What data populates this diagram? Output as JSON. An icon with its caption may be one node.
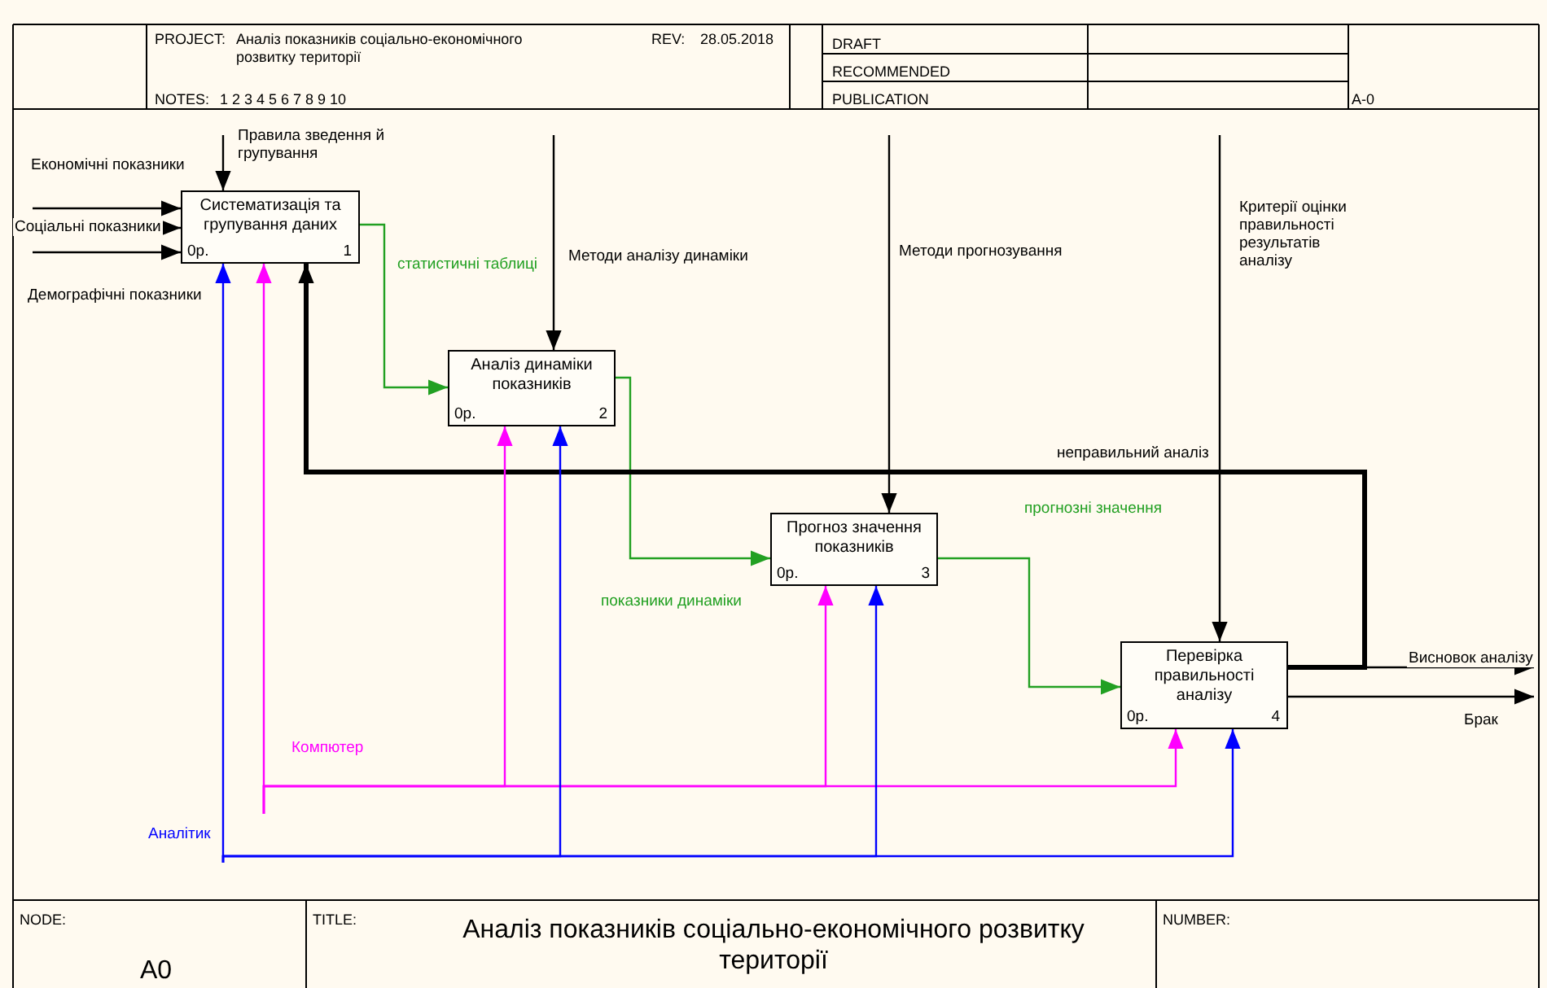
{
  "diagram": {
    "title": "Аналіз показників соціально-економічного розвитку території",
    "nodes": [
      {
        "text": [
          "Систематизація та групування даних",
          "0р.",
          "1"
        ]
      },
      {
        "text": [
          "Аналіз динаміки показників",
          "0р.",
          "2"
        ]
      },
      {
        "text": [
          "Прогноз значення показників",
          "0р.",
          "3"
        ]
      },
      {
        "text": [
          "Перевірка правильності аналізу",
          "0р.",
          "4"
        ]
      }
    ],
    "edges": [
      {
        "from": null,
        "to": 0,
        "arrow": "to",
        "label": "Економічні показники"
      },
      {
        "from": null,
        "to": 0,
        "arrow": "to",
        "label": "Соціальні показники"
      },
      {
        "from": null,
        "to": 0,
        "arrow": "to",
        "label": "Демографічні показники"
      },
      {
        "from": null,
        "to": 0,
        "arrow": "to",
        "label": "Правила зведення й групування"
      },
      {
        "from": 0,
        "to": 1,
        "arrow": "to",
        "label": "статистичні таблиці",
        "color": "#22a022"
      },
      {
        "from": null,
        "to": 1,
        "arrow": "to",
        "label": "Методи аналізу динаміки"
      },
      {
        "from": 1,
        "to": 2,
        "arrow": "to",
        "label": "показники динаміки",
        "color": "#22a022"
      },
      {
        "from": null,
        "to": 2,
        "arrow": "to",
        "label": "Методи прогнозування"
      },
      {
        "from": 2,
        "to": 3,
        "arrow": "to",
        "label": "прогнозні значення",
        "color": "#22a022"
      },
      {
        "from": null,
        "to": 3,
        "arrow": "to",
        "label": "Критерії оцінки правильності результатів аналізу"
      },
      {
        "from": 3,
        "to": 0,
        "arrow": "to",
        "label": "неправильний аналіз",
        "style": "thick"
      },
      {
        "from": 3,
        "to": null,
        "arrow": "to",
        "label": "Висновок аналізу"
      },
      {
        "from": 3,
        "to": null,
        "arrow": "to",
        "label": "Брак"
      },
      {
        "from": null,
        "to": 0,
        "arrow": "to",
        "label": "Компютер",
        "color": "#ff00ff"
      },
      {
        "from": null,
        "to": 1,
        "arrow": "to",
        "color": "#ff00ff"
      },
      {
        "from": null,
        "to": 2,
        "arrow": "to",
        "color": "#ff00ff"
      },
      {
        "from": null,
        "to": 3,
        "arrow": "to",
        "color": "#ff00ff"
      },
      {
        "from": null,
        "to": 0,
        "arrow": "to",
        "label": "Аналітик",
        "color": "#0000ff"
      },
      {
        "from": null,
        "to": 1,
        "arrow": "to",
        "color": "#0000ff"
      },
      {
        "from": null,
        "to": 2,
        "arrow": "to",
        "color": "#0000ff"
      },
      {
        "from": null,
        "to": 3,
        "arrow": "to",
        "color": "#0000ff"
      }
    ],
    "labels": [
      "PROJECT:",
      "Аналіз показників соціально-економічного розвитку території",
      "REV:",
      "28.05.2018",
      "NOTES:",
      "1 2 3 4 5 6 7 8 9 10",
      "DRAFT",
      "RECOMMENDED",
      "PUBLICATION",
      "A-0",
      "NODE:",
      "A0",
      "TITLE:",
      "NUMBER:"
    ]
  }
}
